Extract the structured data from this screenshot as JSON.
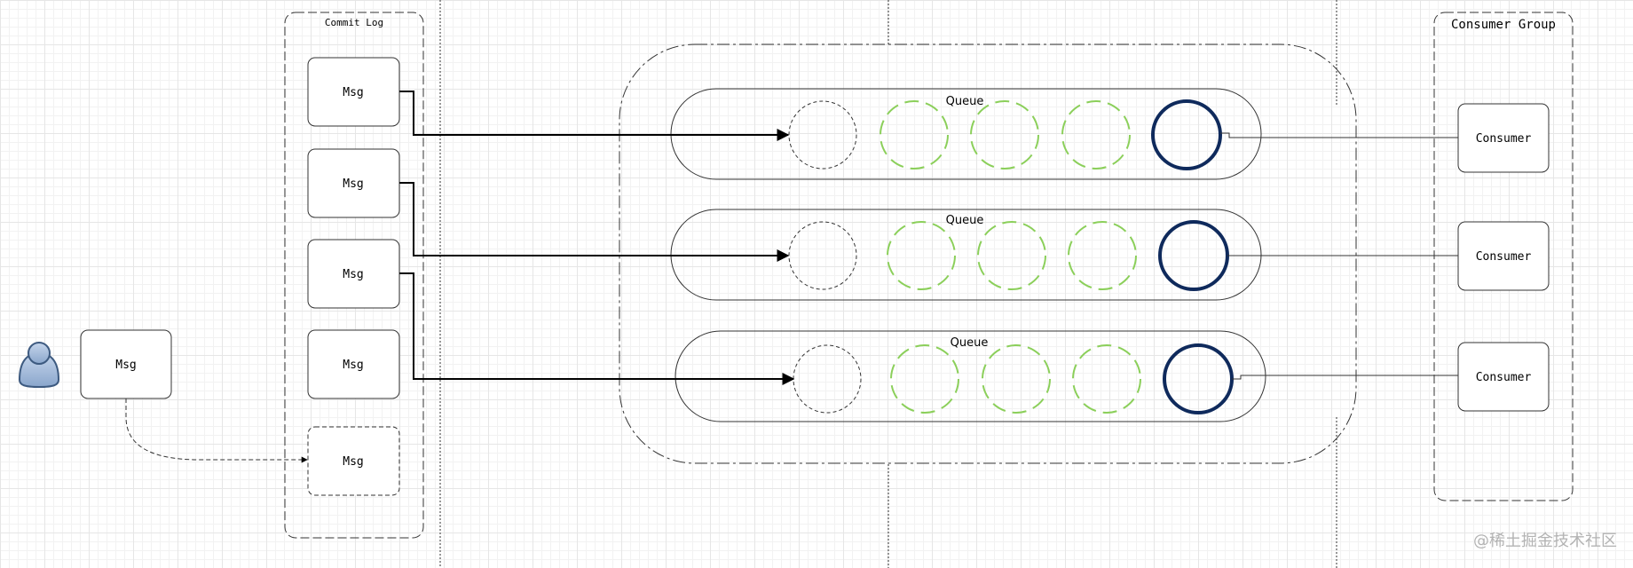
{
  "commit_log": {
    "title": "Commit Log",
    "messages": [
      "Msg",
      "Msg",
      "Msg",
      "Msg",
      "Msg"
    ]
  },
  "producer": {
    "message": "Msg"
  },
  "queues": [
    {
      "label": "Queue"
    },
    {
      "label": "Queue"
    },
    {
      "label": "Queue"
    }
  ],
  "consumer_group": {
    "title": "Consumer Group",
    "consumers": [
      "Consumer",
      "Consumer",
      "Consumer"
    ]
  },
  "watermark": "@稀土掘金技术社区",
  "colors": {
    "box_stroke": "#333333",
    "pending_slot": "#8bcf5a",
    "consumer_slot": "#0f2a5c",
    "person_body": "#9ab4d6",
    "person_outline": "#3d5a80",
    "watermark": "#b3b3b3"
  },
  "icons": {
    "producer": "user-icon"
  }
}
